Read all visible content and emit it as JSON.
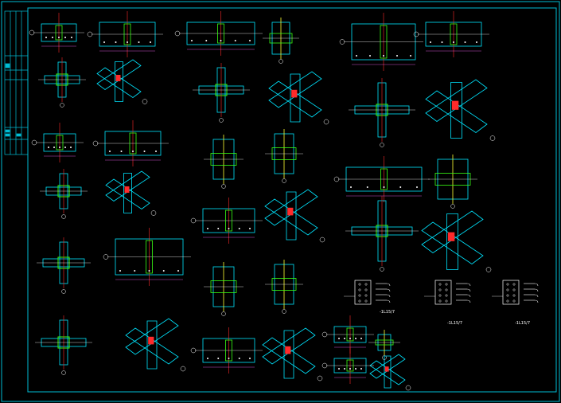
{
  "drawing": {
    "background": "#000000",
    "frame_color": "#00bcd4",
    "colors": {
      "steel": "#00e5ff",
      "weld": "#39ff14",
      "section_red": "#ff2a2a",
      "plate_yellow": "#ffff33",
      "text": "#ffffff",
      "dim": "#ff66ff"
    },
    "plate_labels": [
      "-1L15/7",
      "-1L15/7",
      "-1L15/7"
    ]
  }
}
